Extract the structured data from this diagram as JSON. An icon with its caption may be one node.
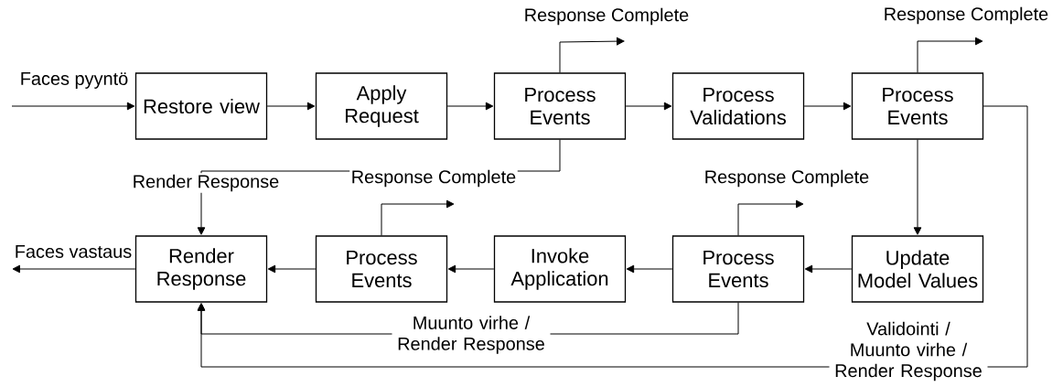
{
  "diagram": {
    "nodes": [
      {
        "text": [
          "Restore view"
        ]
      },
      {
        "text": [
          "Apply Request"
        ]
      },
      {
        "text": [
          "Process Events"
        ]
      },
      {
        "text": [
          "Process Validations"
        ]
      },
      {
        "text": [
          "Process Events"
        ]
      },
      {
        "text": [
          "Render Response"
        ]
      },
      {
        "text": [
          "Process Events"
        ]
      },
      {
        "text": [
          "Invoke Application"
        ]
      },
      {
        "text": [
          "Process Events"
        ]
      },
      {
        "text": [
          "Update Model Values"
        ]
      }
    ],
    "edges": [
      {
        "from": null,
        "to": 0,
        "arrow": "to",
        "label": "Faces pyyntö"
      },
      {
        "from": 0,
        "to": 1,
        "arrow": "to"
      },
      {
        "from": 1,
        "to": 2,
        "arrow": "to"
      },
      {
        "from": 2,
        "to": 3,
        "arrow": "to"
      },
      {
        "from": 3,
        "to": 4,
        "arrow": "to"
      },
      {
        "from": 2,
        "to": null,
        "arrow": "to",
        "label": "Response Complete"
      },
      {
        "from": 4,
        "to": null,
        "arrow": "to",
        "label": "Response Complete"
      },
      {
        "from": 2,
        "to": 5,
        "arrow": "to",
        "label": "Render Response"
      },
      {
        "from": 4,
        "to": 9,
        "arrow": "to"
      },
      {
        "from": 4,
        "to": 5,
        "arrow": "to",
        "label": "Validointi / Muunto virhe / Render Response"
      },
      {
        "from": 9,
        "to": 8,
        "arrow": "to"
      },
      {
        "from": 8,
        "to": 7,
        "arrow": "to"
      },
      {
        "from": 7,
        "to": 6,
        "arrow": "to"
      },
      {
        "from": 6,
        "to": 5,
        "arrow": "to"
      },
      {
        "from": 5,
        "to": null,
        "arrow": "to",
        "label": "Faces vastaus"
      },
      {
        "from": 8,
        "to": null,
        "arrow": "to",
        "label": "Response Complete"
      },
      {
        "from": 6,
        "to": null,
        "arrow": "to",
        "label": "Response Complete"
      },
      {
        "from": 8,
        "to": 5,
        "arrow": "to",
        "label": "Muunto virhe / Render Response"
      }
    ]
  }
}
